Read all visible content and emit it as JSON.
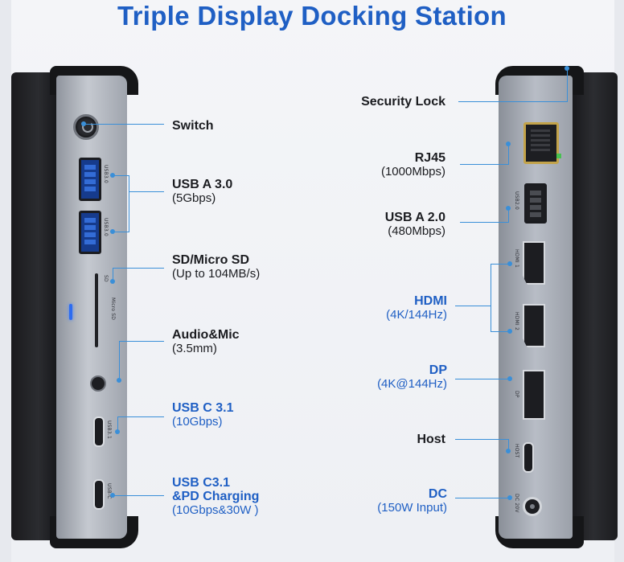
{
  "title": "Triple Display Docking Station",
  "left_labels": [
    {
      "main": "Switch",
      "sub": ""
    },
    {
      "main": "USB A 3.0",
      "sub": "(5Gbps)"
    },
    {
      "main": "SD/Micro SD",
      "sub": "(Up to 104MB/s)"
    },
    {
      "main": "Audio&Mic",
      "sub": "(3.5mm)"
    },
    {
      "main": "USB C 3.1",
      "sub": "(10Gbps)"
    },
    {
      "main": "USB C3.1",
      "main2": "&PD Charging",
      "sub": "(10Gbps&30W )"
    }
  ],
  "right_labels": [
    {
      "main": "Security Lock",
      "sub": ""
    },
    {
      "main": "RJ45",
      "sub": "(1000Mbps)"
    },
    {
      "main": "USB A 2.0",
      "sub": "(480Mbps)"
    },
    {
      "main": "HDMI",
      "sub": "(4K/144Hz)"
    },
    {
      "main": "DP",
      "sub": "(4K@144Hz)"
    },
    {
      "main": "Host",
      "sub": ""
    },
    {
      "main": "DC",
      "sub": "(150W Input)"
    }
  ],
  "port_marks": {
    "usb30_a": "USB3.0",
    "usb30_b": "USB3.0",
    "sd": "SD",
    "micro_sd": "Micro SD",
    "usb31": "USB3.1",
    "usbc": "USB-C",
    "usb20": "USB2.0",
    "hdmi1": "HDMI 1",
    "hdmi2": "HDMI 2",
    "dp": "DP",
    "host": "HOST",
    "dc": "DC 20V"
  },
  "colors": {
    "accent": "#1f5fc4",
    "leader": "#3a8fd8",
    "led": "#2d6cf0"
  }
}
